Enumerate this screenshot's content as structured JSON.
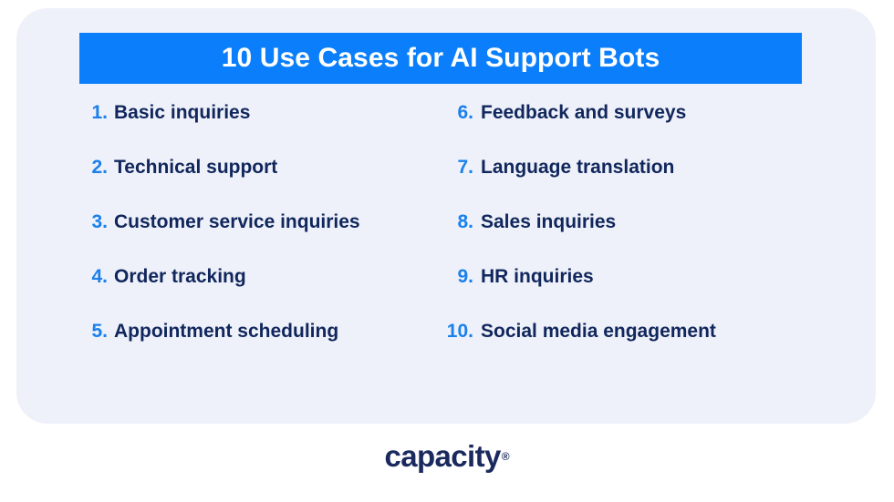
{
  "header": {
    "title": "10 Use Cases for AI Support Bots",
    "banner_color": "#0b7ffb",
    "title_color": "#ffffff"
  },
  "card": {
    "background_color": "#eef1f9"
  },
  "list": {
    "number_color": "#1a80ec",
    "label_color": "#10265c",
    "left_column": [
      {
        "number": "1.",
        "label": "Basic inquiries"
      },
      {
        "number": "2.",
        "label": "Technical support"
      },
      {
        "number": "3.",
        "label": "Customer service inquiries"
      },
      {
        "number": "4.",
        "label": "Order tracking"
      },
      {
        "number": "5.",
        "label": "Appointment scheduling"
      }
    ],
    "right_column": [
      {
        "number": "6.",
        "label": "Feedback and surveys"
      },
      {
        "number": "7.",
        "label": "Language translation"
      },
      {
        "number": "8.",
        "label": "Sales inquiries"
      },
      {
        "number": "9.",
        "label": "HR inquiries"
      },
      {
        "number": "10.",
        "label": "Social media engagement"
      }
    ]
  },
  "footer": {
    "brand": "capacity",
    "trademark": "®",
    "brand_color": "#1b2a5e"
  }
}
